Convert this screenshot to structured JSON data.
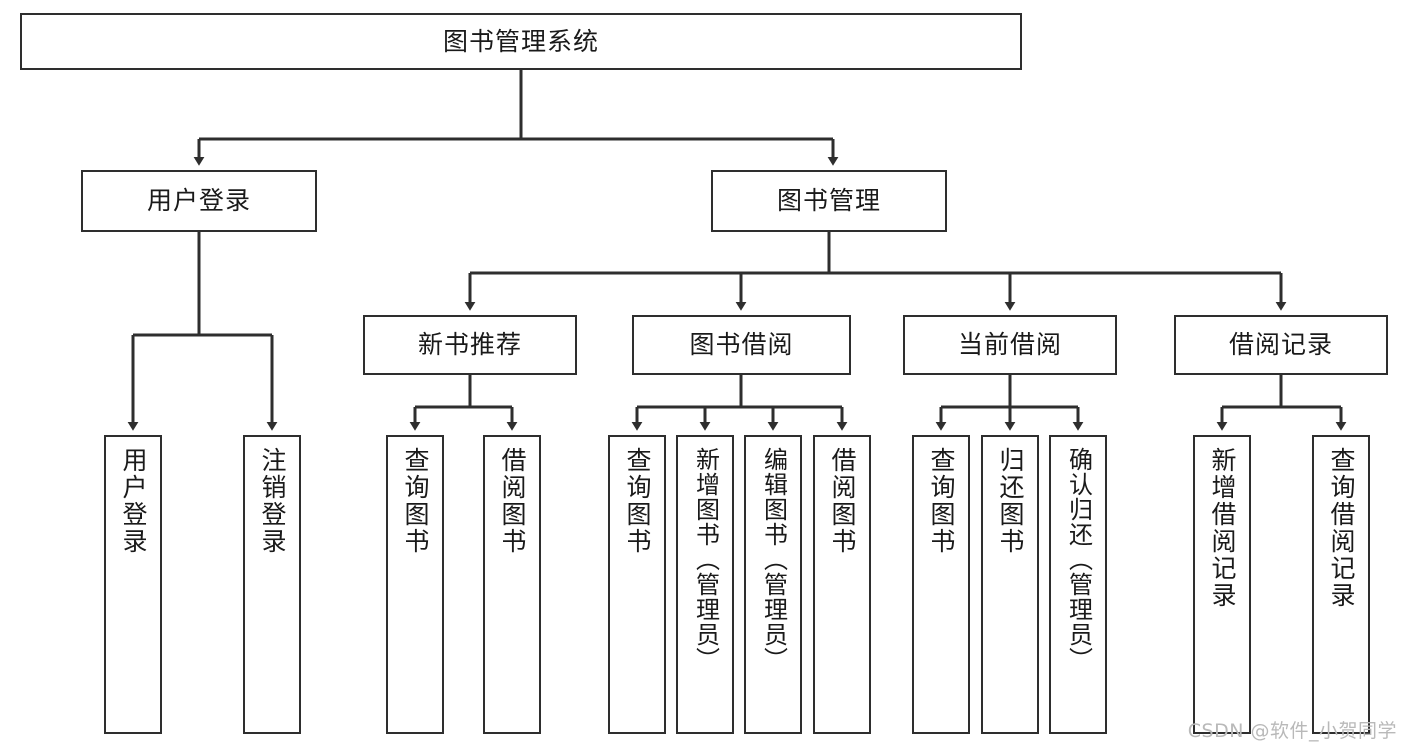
{
  "diagram": {
    "title": "图书管理系统",
    "type": "tree-hierarchy-diagram",
    "root": {
      "id": "root",
      "label": "图书管理系统"
    },
    "level2": [
      {
        "id": "user-login",
        "label": "用户登录"
      },
      {
        "id": "book-management",
        "label": "图书管理"
      }
    ],
    "level3": [
      {
        "id": "new-book-recommend",
        "label": "新书推荐"
      },
      {
        "id": "book-borrow",
        "label": "图书借阅"
      },
      {
        "id": "current-borrow",
        "label": "当前借阅"
      },
      {
        "id": "borrow-record",
        "label": "借阅记录"
      }
    ],
    "leaves": [
      {
        "id": "leaf-user-login",
        "label": "用户登录",
        "parent": "user-login"
      },
      {
        "id": "leaf-logout-login",
        "label": "注销登录",
        "parent": "user-login"
      },
      {
        "id": "leaf-query-book-1",
        "label": "查询图书",
        "parent": "new-book-recommend"
      },
      {
        "id": "leaf-borrow-book-1",
        "label": "借阅图书",
        "parent": "new-book-recommend"
      },
      {
        "id": "leaf-query-book-2",
        "label": "查询图书",
        "parent": "book-borrow"
      },
      {
        "id": "leaf-add-book",
        "label": "新增图书（管理员）",
        "parent": "book-borrow"
      },
      {
        "id": "leaf-edit-book",
        "label": "编辑图书（管理员）",
        "parent": "book-borrow"
      },
      {
        "id": "leaf-borrow-book-2",
        "label": "借阅图书",
        "parent": "book-borrow"
      },
      {
        "id": "leaf-query-book-3",
        "label": "查询图书",
        "parent": "current-borrow"
      },
      {
        "id": "leaf-return-book",
        "label": "归还图书",
        "parent": "current-borrow"
      },
      {
        "id": "leaf-confirm-return",
        "label": "确认归还（管理员）",
        "parent": "current-borrow"
      },
      {
        "id": "leaf-add-record",
        "label": "新增借阅记录",
        "parent": "borrow-record"
      },
      {
        "id": "leaf-query-record",
        "label": "查询借阅记录",
        "parent": "borrow-record"
      }
    ]
  },
  "watermark": {
    "text": "CSDN @软件_小贺同学"
  },
  "colors": {
    "stroke": "#2e2e2e",
    "text": "#1a1a1a",
    "background": "#ffffff",
    "watermark": "#b9b9b9"
  }
}
